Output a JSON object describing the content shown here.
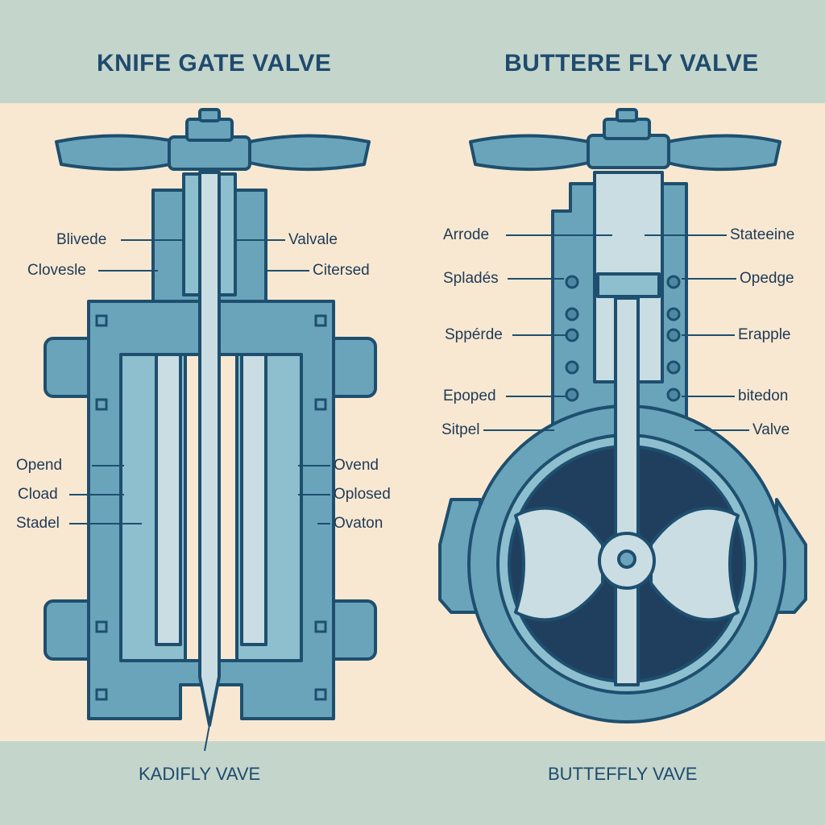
{
  "left": {
    "title": "KNIFE GATE  VALVE",
    "caption": "KADIFLY VAVE",
    "labels_left": [
      "Blivede",
      "Clovesle",
      "Opend",
      "Cload",
      "Stadel"
    ],
    "labels_right": [
      "Valvale",
      "Citersed",
      "Ovend",
      "Oplosed",
      "Ovaton"
    ]
  },
  "right": {
    "title": "BUTTERE FLY VALVE",
    "caption": "BUTTEFFLY VAVE",
    "labels_left": [
      "Arrode",
      "Spladés",
      "Sppérde",
      "Epoped",
      "Sitpel"
    ],
    "labels_right": [
      "Stateeine",
      "Opedge",
      "Erapple",
      "bitedon",
      "Valve"
    ]
  },
  "colors": {
    "background": "#c4d6cc",
    "panel": "#f8e8d2",
    "body_fill": "#6aa4bb",
    "body_dark": "#4d88a2",
    "outline": "#1e4f6e",
    "disc": "#c9dde3",
    "bore": "#203f5e",
    "label_text": "#1f3a55"
  }
}
